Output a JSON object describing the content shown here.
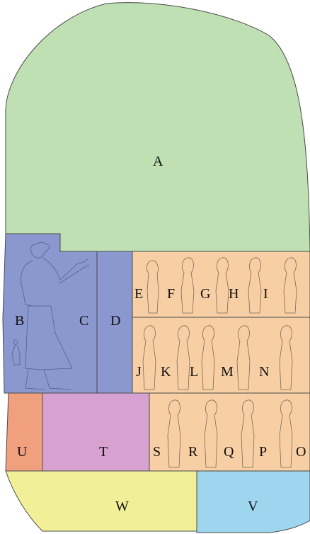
{
  "colors": {
    "A": "#bfe0b3",
    "blue": "#8b97cf",
    "orange": "#f8cfa4",
    "U": "#f0a07c",
    "T": "#d7a2cf",
    "W": "#f2ef99",
    "V": "#9fd6ef"
  },
  "labels": {
    "A": "A",
    "B": "B",
    "C": "C",
    "D": "D",
    "E": "E",
    "F": "F",
    "G": "G",
    "H": "H",
    "I": "I",
    "J": "J",
    "K": "K",
    "L": "L",
    "M": "M",
    "N": "N",
    "O": "O",
    "P": "P",
    "Q": "Q",
    "R": "R",
    "S": "S",
    "T": "T",
    "U": "U",
    "V": "V",
    "W": "W"
  }
}
